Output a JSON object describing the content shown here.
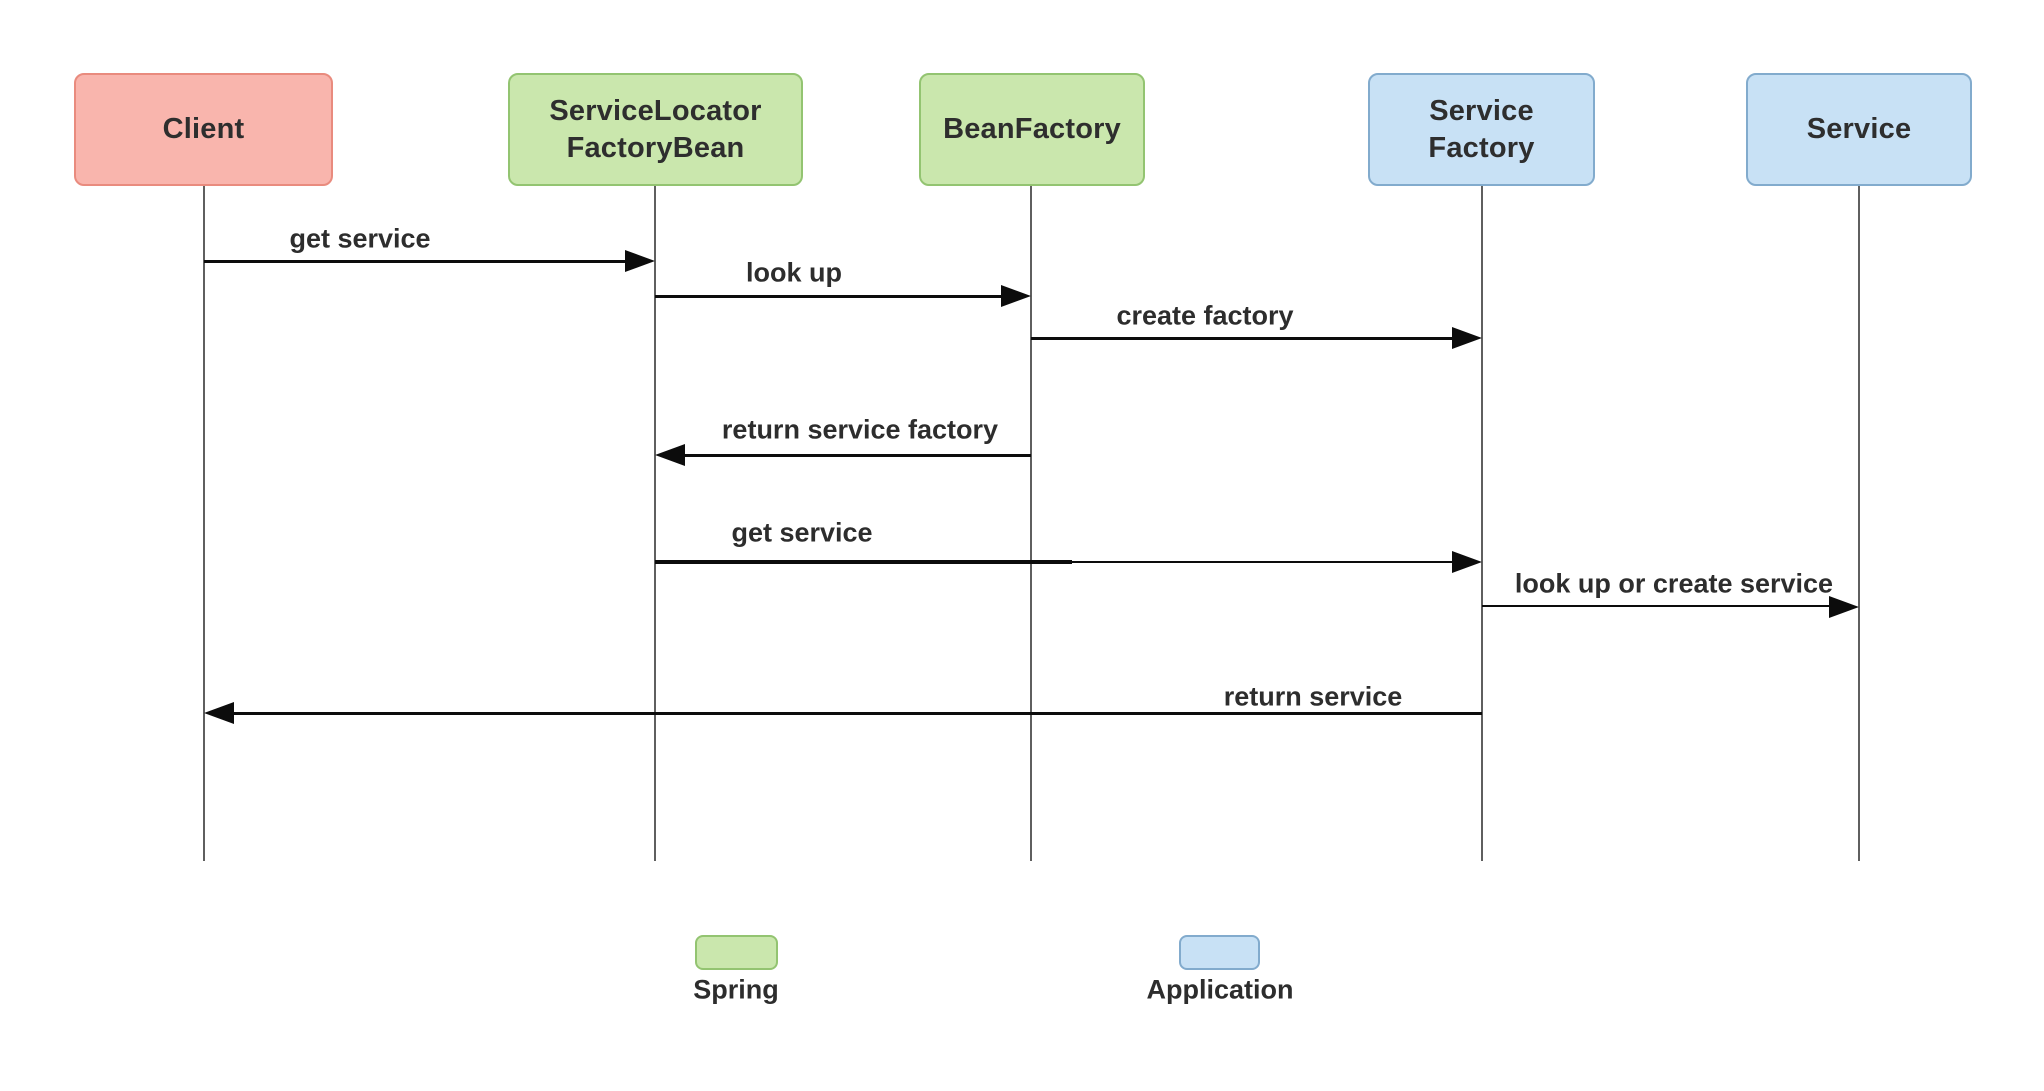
{
  "diagram": {
    "kind": "sequence-diagram",
    "subject": "Spring ServiceLocatorFactoryBean flow"
  },
  "actors": [
    {
      "id": "client",
      "label": "Client",
      "group": "client",
      "fill": "#F9B5AD",
      "stroke": "#E98B7E"
    },
    {
      "id": "service-locator",
      "label": "ServiceLocator\nFactoryBean",
      "group": "spring",
      "fill": "#CAE7AD",
      "stroke": "#93C471"
    },
    {
      "id": "bean-factory",
      "label": "BeanFactory",
      "group": "spring",
      "fill": "#CAE7AD",
      "stroke": "#93C471"
    },
    {
      "id": "service-factory",
      "label": "Service\nFactory",
      "group": "application",
      "fill": "#C8E1F5",
      "stroke": "#82ABCD"
    },
    {
      "id": "service",
      "label": "Service",
      "group": "application",
      "fill": "#C8E1F5",
      "stroke": "#82ABCD"
    }
  ],
  "messages": [
    {
      "label": "get service",
      "from": "Client",
      "to": "ServiceLocatorFactoryBean",
      "direction": "right"
    },
    {
      "label": "look up",
      "from": "ServiceLocatorFactoryBean",
      "to": "BeanFactory",
      "direction": "right"
    },
    {
      "label": "create factory",
      "from": "BeanFactory",
      "to": "ServiceFactory",
      "direction": "right"
    },
    {
      "label": "return service factory",
      "from": "BeanFactory",
      "to": "ServiceLocatorFactoryBean",
      "direction": "left"
    },
    {
      "label": "get service",
      "from": "ServiceLocatorFactoryBean",
      "to": "ServiceFactory",
      "direction": "right"
    },
    {
      "label": "look up or create service",
      "from": "ServiceFactory",
      "to": "Service",
      "direction": "right"
    },
    {
      "label": "return service",
      "from": "ServiceFactory",
      "to": "Client",
      "direction": "left"
    }
  ],
  "legend": [
    {
      "label": "Spring",
      "fill": "#CAE7AD",
      "stroke": "#93C471"
    },
    {
      "label": "Application",
      "fill": "#C8E1F5",
      "stroke": "#82ABCD"
    }
  ],
  "colors": {
    "background": "#ffffff",
    "arrow": "#0c0c0c",
    "lifeline": "#5f5f5f",
    "text": "#2d2d2d"
  }
}
